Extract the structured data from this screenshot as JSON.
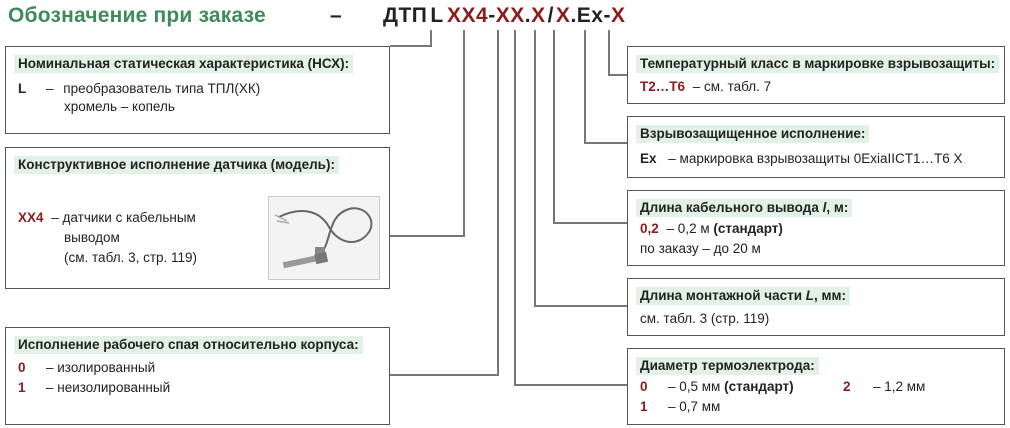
{
  "header": {
    "title": "Обозначение при заказе",
    "dash": "–",
    "code": {
      "prefix": "ДТП",
      "L": "L",
      "model": "XX4",
      "sep1": "-",
      "length": "XX",
      "dot1": ".",
      "cable": "X",
      "slash": "/",
      "junction": "X",
      "dot2": ".",
      "ex": "Ex",
      "sep2": "-",
      "tclass": "X"
    }
  },
  "left": {
    "nsx": {
      "header": "Номинальная статическая характеристика (НСХ):",
      "code": "L",
      "dash": "–",
      "desc1": "преобразователь типа ТПЛ(ХК)",
      "desc2": "хромель – копель"
    },
    "model": {
      "header": "Конструктивное исполнение датчика (модель):",
      "code": "XX4",
      "desc1": "– датчики с кабельным",
      "desc2": "выводом",
      "desc3": "(см. табл. 3, стр. 119)"
    },
    "junction": {
      "header": "Исполнение рабочего спая относительно корпуса:",
      "opt0_code": "0",
      "opt0_text": "–   изолированный",
      "opt1_code": "1",
      "opt1_text": "–   неизолированный"
    }
  },
  "right": {
    "tclass": {
      "header": "Температурный класс в маркировке взрывозащиты:",
      "code": "T2…T6",
      "text": "– см. табл. 7"
    },
    "ex": {
      "header": "Взрывозащищенное исполнение:",
      "code": "Ex",
      "text": "–  маркировка взрывозащиты 0ExiaIICT1…T6 X"
    },
    "cable": {
      "header_pre": "Длина кабельного вывода ",
      "header_var": "l",
      "header_post": ", м:",
      "code": "0,2",
      "text": "– 0,2 м ",
      "std": "(стандарт)",
      "line2": "по заказу – до 20 м"
    },
    "mount": {
      "header_pre": "Длина монтажной части ",
      "header_var": "L",
      "header_post": ", мм:",
      "text": "см. табл. 3 (стр. 119)"
    },
    "diameter": {
      "header": "Диаметр термоэлектрода:",
      "opt0_code": "0",
      "opt0_text": "– 0,5 мм ",
      "opt0_std": "(стандарт)",
      "opt2_code": "2",
      "opt2_text": "– 1,2 мм",
      "opt1_code": "1",
      "opt1_text": "– 0,7 мм"
    }
  },
  "colors": {
    "title_green": "#3f8a5a",
    "code_red": "#8b1c1c",
    "header_bg": "#e2f0e6",
    "connector": "#777777"
  }
}
